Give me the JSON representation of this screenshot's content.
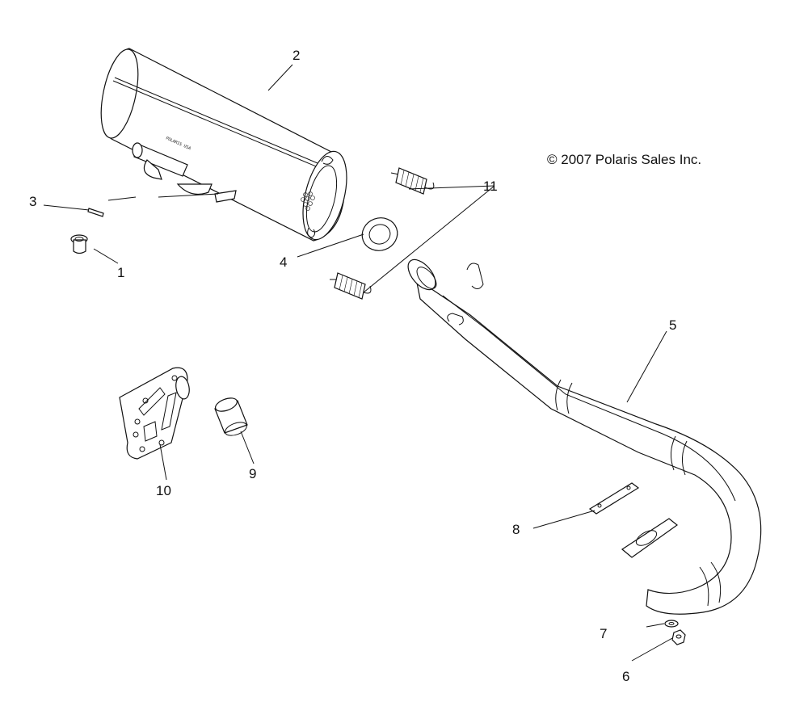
{
  "diagram": {
    "copyright": "© 2007 Polaris Sales Inc.",
    "muffler_stamp": "POLARIS USA",
    "callouts": [
      {
        "id": "1",
        "label": "1"
      },
      {
        "id": "2",
        "label": "2"
      },
      {
        "id": "3",
        "label": "3"
      },
      {
        "id": "4",
        "label": "4"
      },
      {
        "id": "5",
        "label": "5"
      },
      {
        "id": "6",
        "label": "6"
      },
      {
        "id": "7",
        "label": "7"
      },
      {
        "id": "8",
        "label": "8"
      },
      {
        "id": "9",
        "label": "9"
      },
      {
        "id": "10",
        "label": "10"
      },
      {
        "id": "11",
        "label": "11"
      }
    ]
  }
}
